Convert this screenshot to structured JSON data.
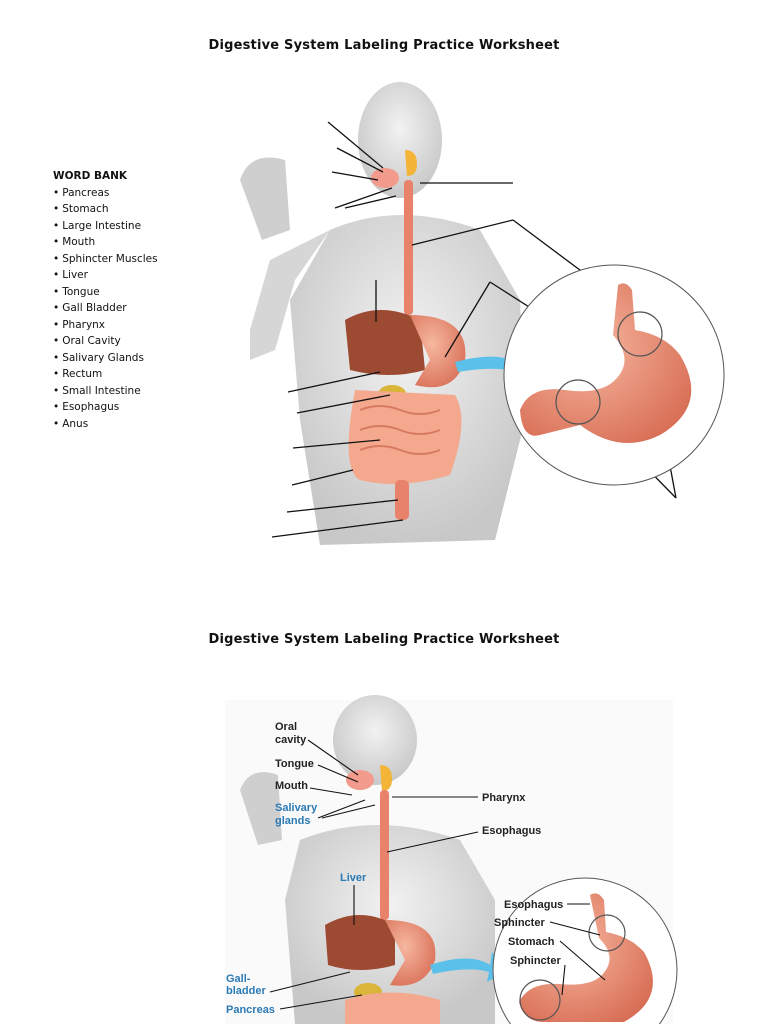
{
  "worksheet": {
    "title_top": "Digestive System Labeling Practice Worksheet",
    "title_bottom": "Digestive System Labeling Practice Worksheet"
  },
  "word_bank": {
    "title": "WORD BANK",
    "items": [
      "Pancreas",
      "Stomach",
      "Large Intestine",
      "Mouth",
      "Sphincter Muscles",
      "Liver",
      "Tongue",
      "Gall Bladder",
      "Pharynx",
      "Oral Cavity",
      "Salivary Glands",
      "Rectum",
      "Small Intestine",
      "Esophagus",
      "Anus"
    ]
  },
  "answer_labels": {
    "oral_cavity": [
      "Oral",
      "cavity"
    ],
    "tongue": "Tongue",
    "mouth": "Mouth",
    "salivary_glands": [
      "Salivary",
      "glands"
    ],
    "pharynx": "Pharynx",
    "esophagus": "Esophagus",
    "liver": "Liver",
    "gall_bladder": [
      "Gall-",
      "bladder"
    ],
    "pancreas": "Pancreas",
    "inset_esophagus": "Esophagus",
    "inset_sphincter_1": "Sphincter",
    "inset_stomach": "Stomach",
    "inset_sphincter_2": "Sphincter"
  },
  "colors": {
    "accent_blue": "#2a7ab5",
    "arrow_blue": "#5bc0ea",
    "organ": "#e8826a",
    "liver": "#9c4a32"
  }
}
